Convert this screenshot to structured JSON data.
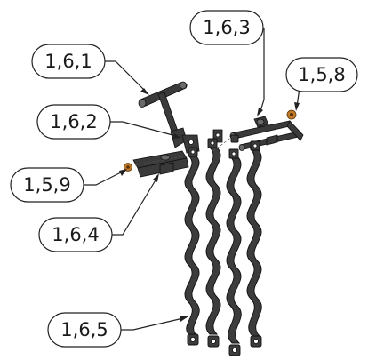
{
  "callouts": [
    {
      "id": "1-6-3",
      "label": "1,6,3"
    },
    {
      "id": "1-6-1",
      "label": "1,6,1"
    },
    {
      "id": "1-5-8",
      "label": "1,5,8"
    },
    {
      "id": "1-6-2",
      "label": "1,6,2"
    },
    {
      "id": "1-5-9",
      "label": "1,5,9"
    },
    {
      "id": "1-6-4",
      "label": "1,6,4"
    },
    {
      "id": "1-6-5",
      "label": "1,6,5"
    }
  ],
  "colors": {
    "part": "#3a3a3a",
    "nut": "#c07a2a",
    "line": "#222222"
  }
}
